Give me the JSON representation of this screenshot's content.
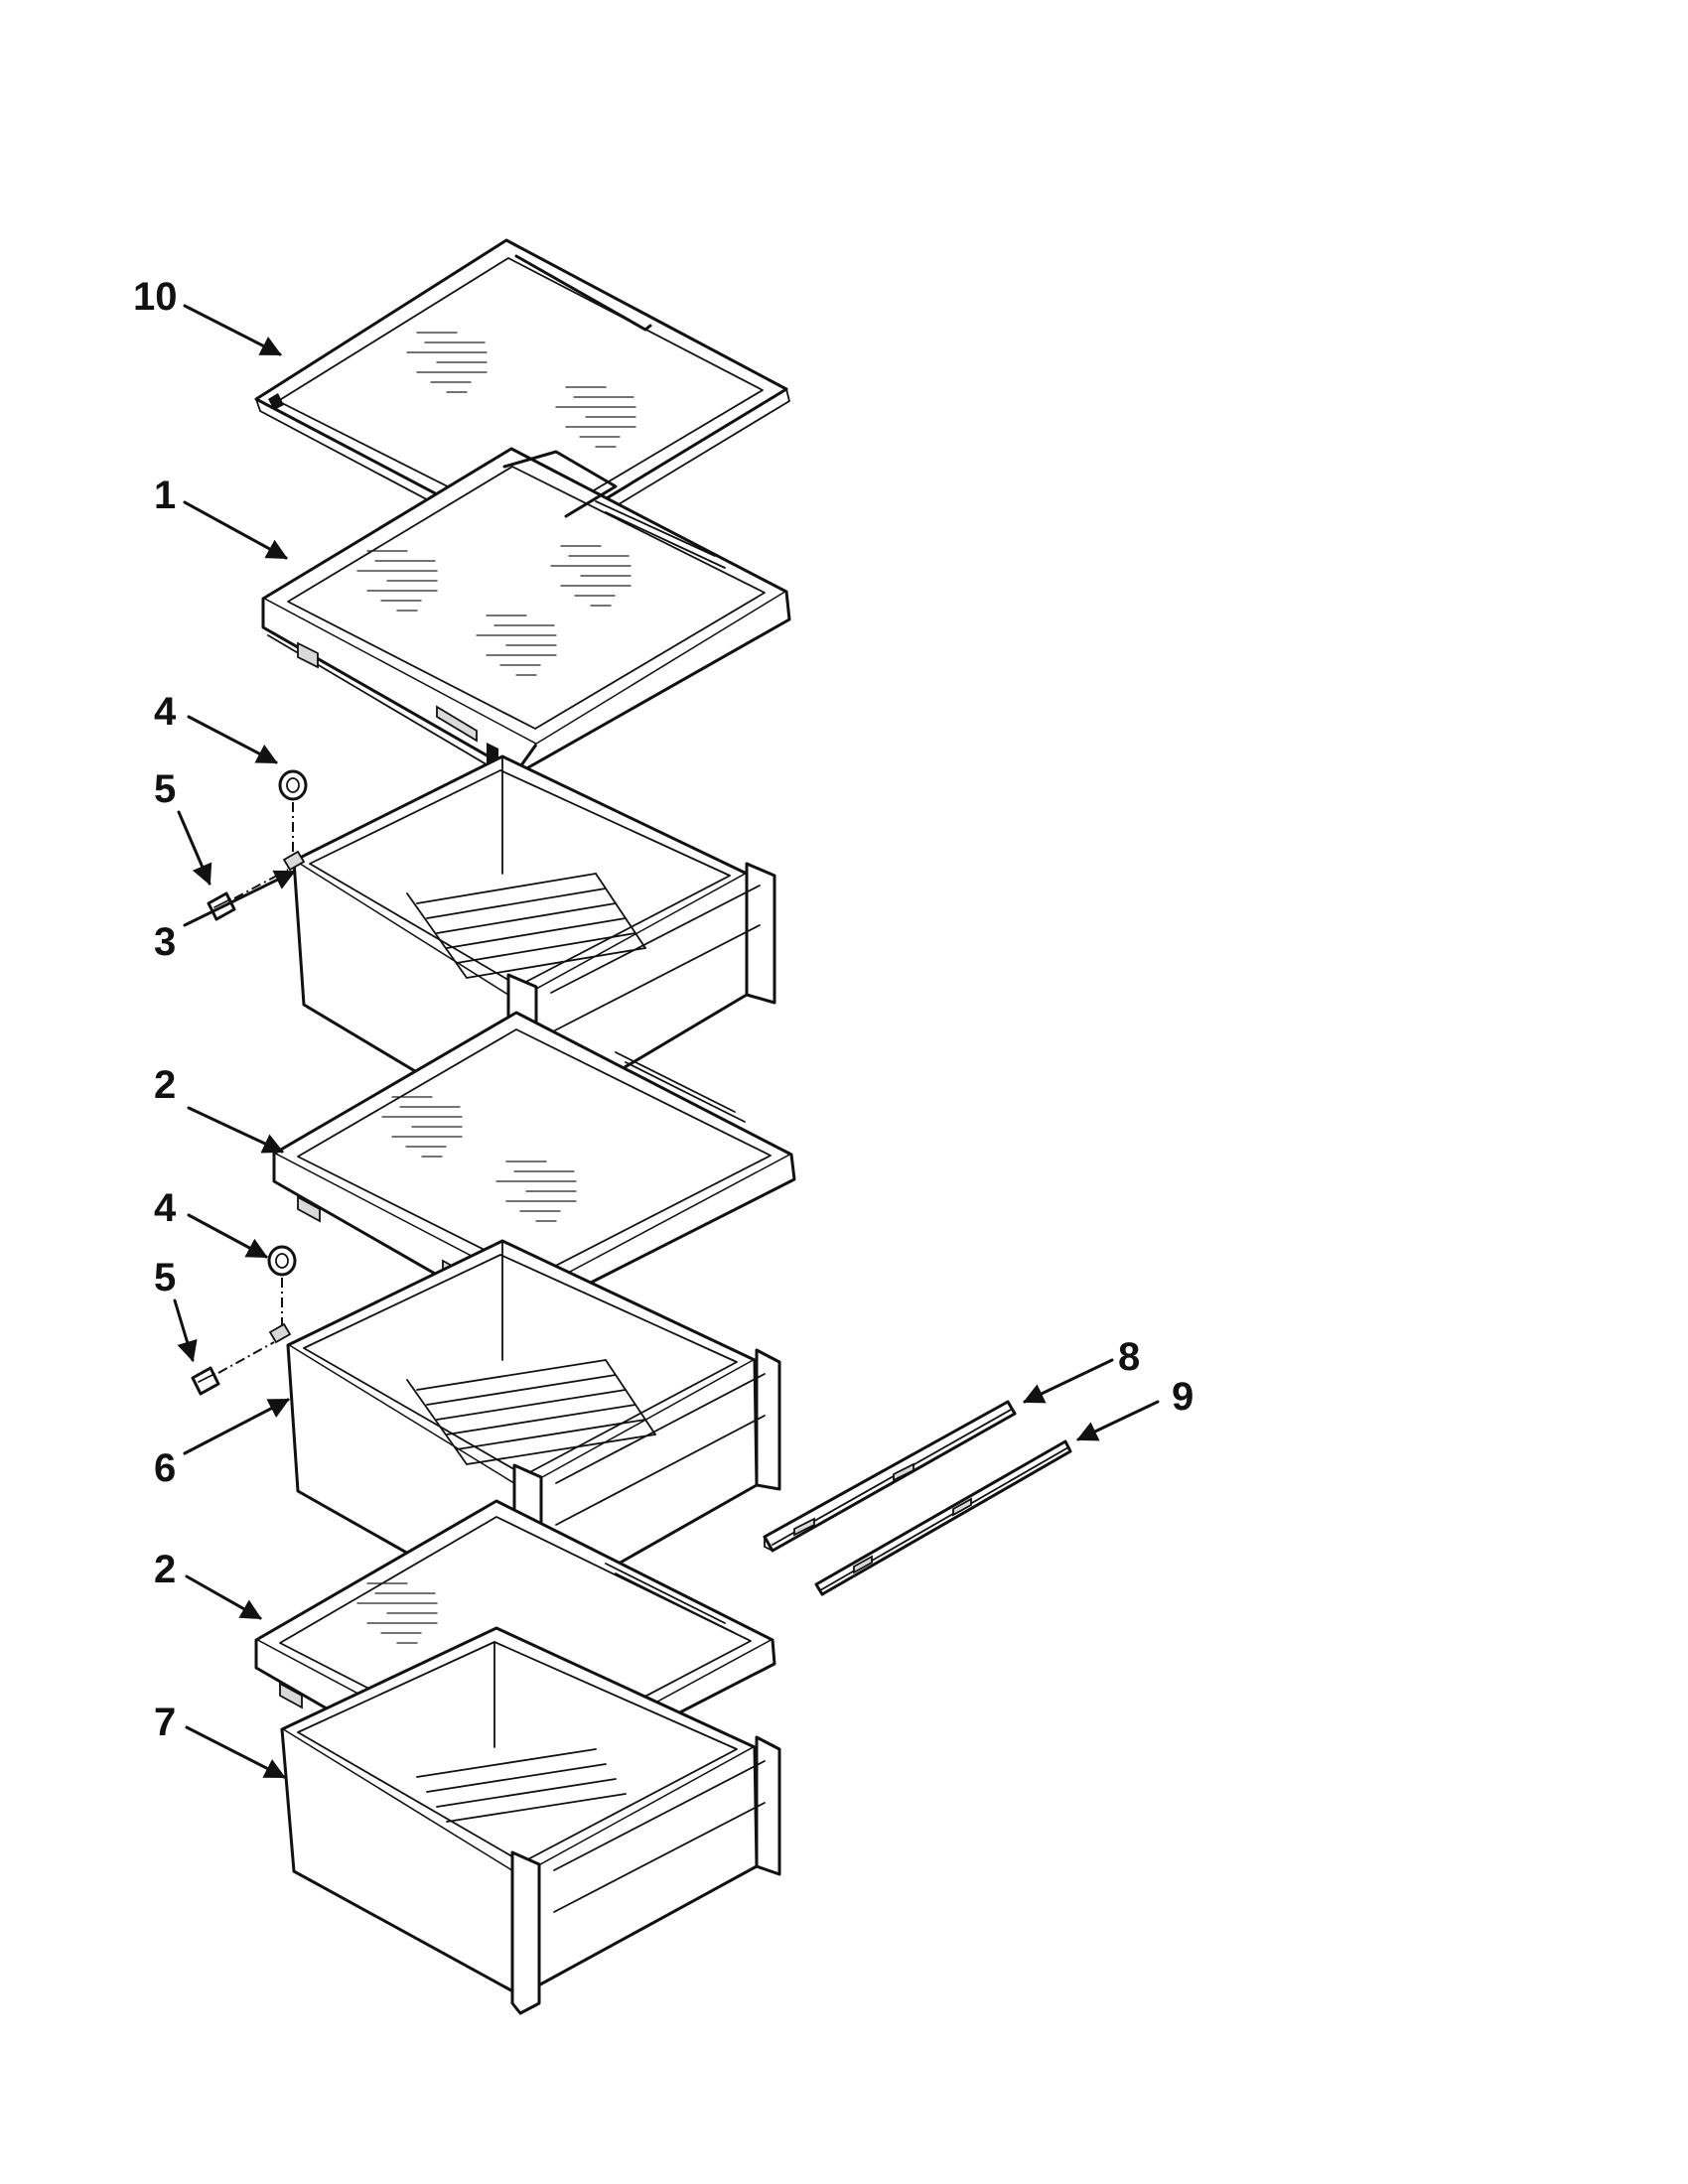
{
  "diagram": {
    "callouts": [
      {
        "id": "c10",
        "label": "10"
      },
      {
        "id": "c1",
        "label": "1"
      },
      {
        "id": "c4a",
        "label": "4"
      },
      {
        "id": "c5a",
        "label": "5"
      },
      {
        "id": "c3",
        "label": "3"
      },
      {
        "id": "c2a",
        "label": "2"
      },
      {
        "id": "c4b",
        "label": "4"
      },
      {
        "id": "c5b",
        "label": "5"
      },
      {
        "id": "c6",
        "label": "6"
      },
      {
        "id": "c8",
        "label": "8"
      },
      {
        "id": "c9",
        "label": "9"
      },
      {
        "id": "c2b",
        "label": "2"
      },
      {
        "id": "c7",
        "label": "7"
      }
    ]
  }
}
